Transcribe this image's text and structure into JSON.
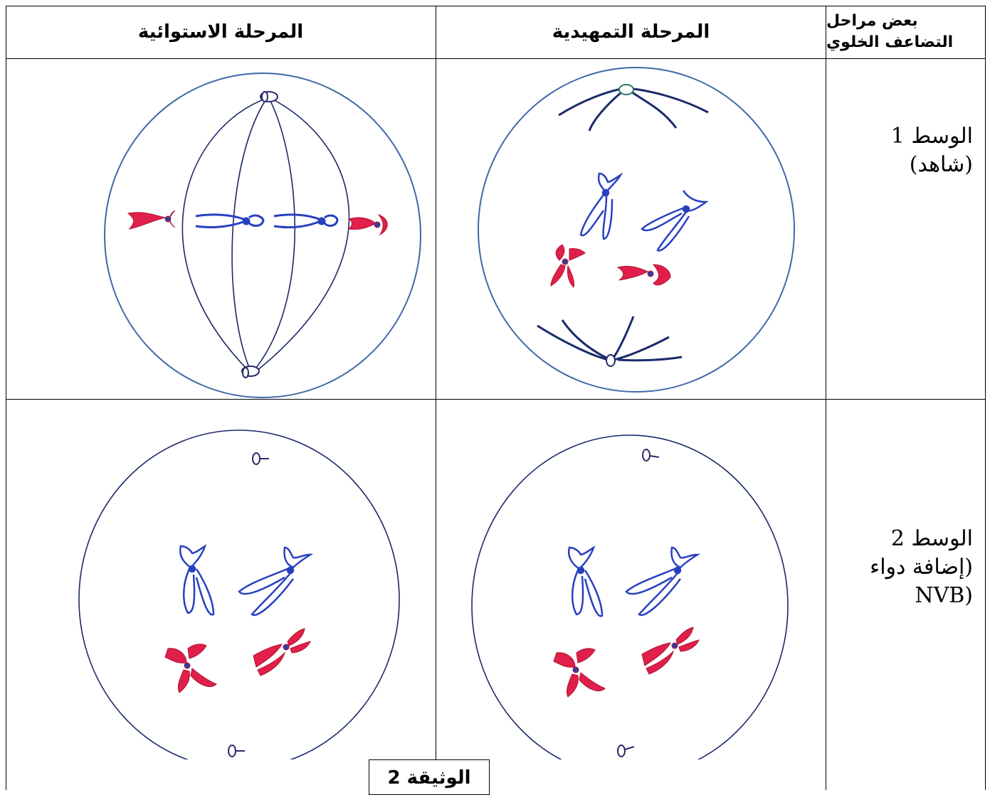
{
  "table": {
    "corner_header": [
      "بعض مراحل",
      "التضاعف الخلوي"
    ],
    "col_headers": {
      "prophase": "المرحلة التمهيدية",
      "metaphase": "المرحلة الاستوائية"
    },
    "rows": [
      {
        "label_line1": "الوسط 1",
        "label_line2": "(شاهد)"
      },
      {
        "label_line1": "الوسط 2",
        "label_line2": "(إضافة دواء",
        "label_line3": "(NVB"
      }
    ]
  },
  "caption": "الوثيقة 2",
  "colors": {
    "cell_outline": "#3f68a8",
    "blue_chromosome": "#2840c0",
    "red_chromosome": "#e0204a",
    "spindle": "#1a2a6a",
    "centrosome": "#2a2a6a"
  }
}
